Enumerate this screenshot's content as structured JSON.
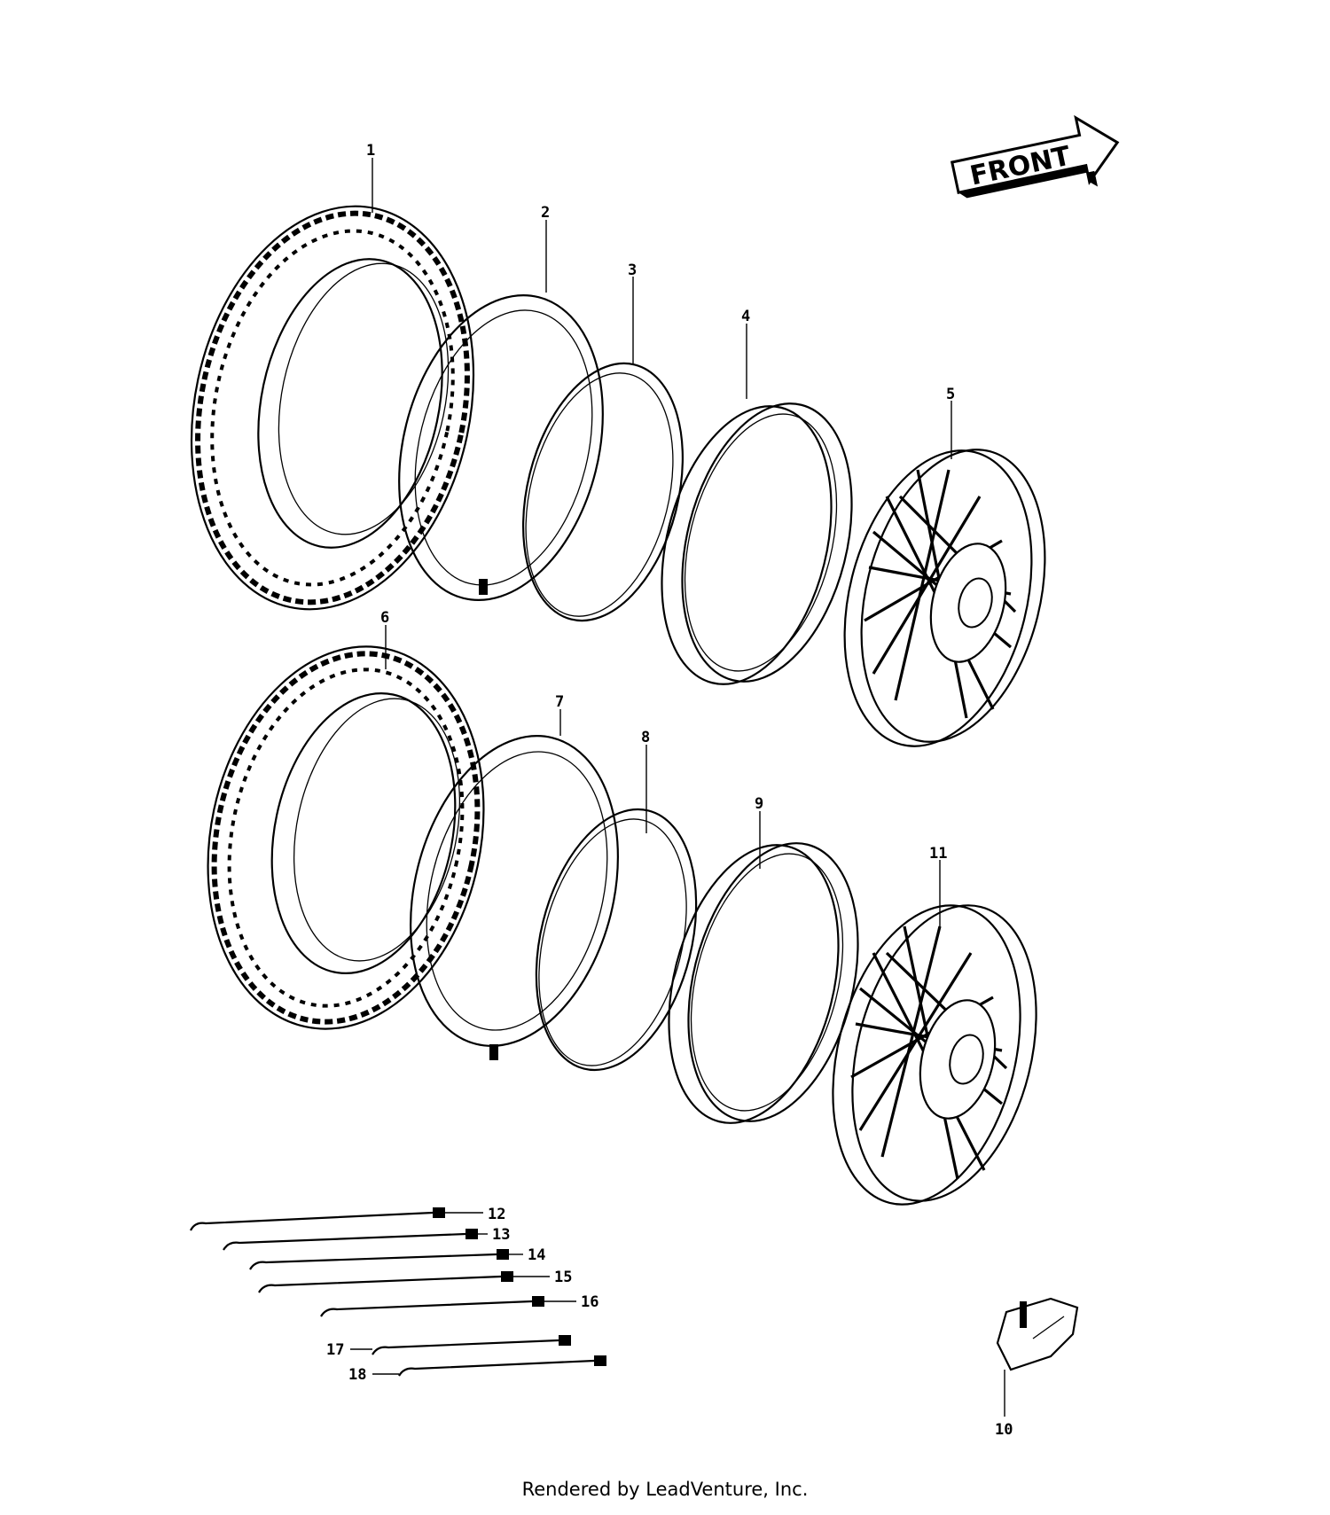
{
  "diagram": {
    "direction_label": "FRONT",
    "callouts": [
      "1",
      "2",
      "3",
      "4",
      "5",
      "6",
      "7",
      "8",
      "9",
      "10",
      "11",
      "12",
      "13",
      "14",
      "15",
      "16",
      "17",
      "18"
    ]
  },
  "footer": {
    "text": "Rendered by LeadVenture, Inc."
  }
}
